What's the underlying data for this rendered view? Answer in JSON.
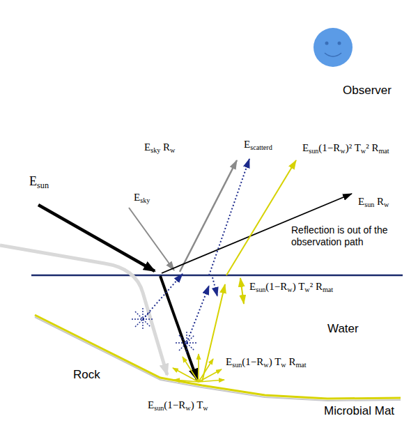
{
  "diagram": {
    "labels": [
      "Observer",
      "Esky Rw",
      "Escatterd",
      "Esun(1−Rw)² Tw² Rmat",
      "Esun",
      "Esky",
      "Esun Rw",
      "Reflection is out of the observation path",
      "Esun(1−Rw) Tw² Rmat",
      "Water",
      "Esun(1−Rw) Tw Rmat",
      "Rock",
      "Esun(1−Rw) Tw",
      "Microbial Mat"
    ]
  }
}
